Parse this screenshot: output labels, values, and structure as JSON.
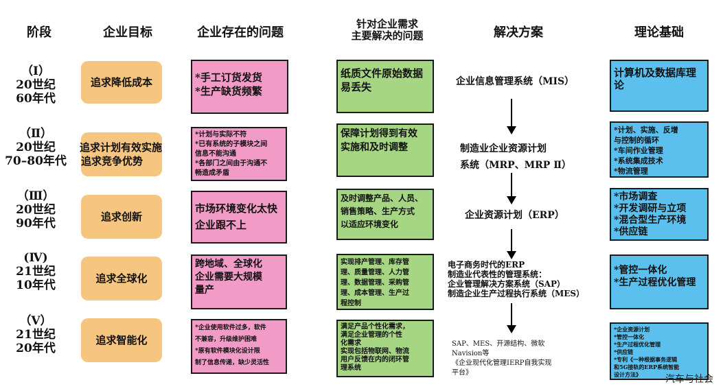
{
  "headers": {
    "stage": "阶段",
    "goal": "企业目标",
    "problem": "企业存在的问题",
    "need_line1": "针对企业需求",
    "need_line2": "主要解决的问题",
    "solution": "解决方案",
    "theory": "理论基础"
  },
  "rows": [
    {
      "stage": [
        "（Ⅰ）",
        "20世纪",
        "60年代"
      ],
      "goal": "追求降低成本",
      "problem": [
        "*手工订货发货",
        "*生产缺货频繁"
      ],
      "need": [
        "纸质文件原始数据",
        "易丢失"
      ],
      "solution": [
        "企业信息管理系统（MIS）"
      ],
      "theory": [
        "计算机及数据库理",
        "论"
      ]
    },
    {
      "stage": [
        "（Ⅱ）",
        "20世纪",
        "70–80年代"
      ],
      "goal": "追求计划有效实施追求竞争优势",
      "goal_lines": [
        "追求计划有效实施",
        "追求竞争优势"
      ],
      "problem": [
        "*计划与实际不符",
        "*已有系统的子模块之间",
        "信息不能沟通",
        "*各部门之间由于沟通不",
        "畅造成矛盾"
      ],
      "need": [
        "保障计划得到有效",
        "实施和及时调整"
      ],
      "solution": [
        "制造业企业资源计划",
        "系统（MRP、MRP Ⅱ）"
      ],
      "theory": [
        "*计划、实施、反增",
        "与控制的循环",
        "*车间作业管理",
        "*系统集成技术",
        "*物流管理"
      ]
    },
    {
      "stage": [
        "（Ⅲ）",
        "20世纪",
        "90年代"
      ],
      "goal": "追求创新",
      "problem": [
        "市场环境变化太快",
        "企业跟不上"
      ],
      "need": [
        "及时调整产品、人员、",
        "销售策略、生产方式",
        "以适应环境变化"
      ],
      "solution": [
        "企业资源计划（ERP）"
      ],
      "theory": [
        "*市场调查",
        "*开发调研与立项",
        "*混合型生产环境",
        "*供应链"
      ]
    },
    {
      "stage": [
        "(Ⅳ)",
        "21世纪",
        "10年代"
      ],
      "goal": "追求全球化",
      "problem": [
        "跨地域、全球化",
        "企业需要大规模",
        "量产"
      ],
      "need": [
        "实现排产管理、库存管",
        "理、质量管理、人力管",
        "理、数据管理、采购管",
        "理、成本管理、生产过",
        "程控制"
      ],
      "solution": [
        "电子商务时代的ERP",
        "制造业代表性的管理系统：",
        "企业管理解决方案系统（SAP）",
        "制造企业生产过程执行系统（MES）"
      ],
      "theory": [
        "*管控一体化",
        "*生产过程优化管理"
      ]
    },
    {
      "stage": [
        "（Ⅴ）",
        "21世纪",
        "20年代"
      ],
      "goal": "追求智能化",
      "problem": [
        "*企业使用软件过多，软件",
        "不兼容，升级维护困难",
        "*原有软件模块化设计限",
        "制了信息传递，缺少灵活性"
      ],
      "need": [
        "满足产品个性化需求，",
        "满足企业管理的个性",
        "化需求",
        "实现包括物联网、物流",
        "用户反馈在内的闭环管",
        "理系统"
      ],
      "solution": [
        "SAP、MES、开源结构、微软",
        "Navision等",
        "《企业现代化管理IERP自我实现",
        "平台》"
      ],
      "theory": [
        "*企业资源计划",
        "*管控一体化",
        "*生产过程优化管理",
        "*供应链",
        "*专利《一种根据事务逻辑",
        "和5G接轨的ERP系统智能",
        "设计方法》"
      ]
    }
  ],
  "watermark": "汽车与社会",
  "colors": {
    "goal": "#f6c57f",
    "problem": "#f29bc6",
    "need": "#a6d684",
    "theory": "#5cc0ee"
  }
}
